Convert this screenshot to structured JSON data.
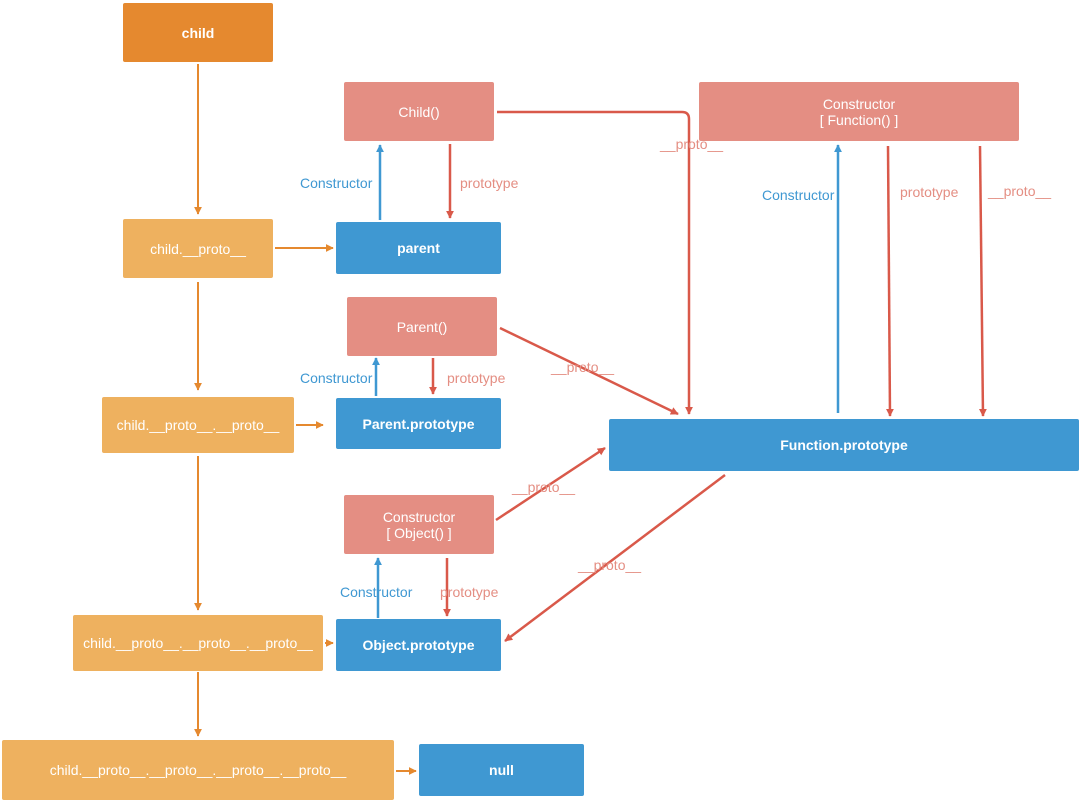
{
  "colors": {
    "orange_dark": "#E5892F",
    "orange_light": "#EEB15F",
    "salmon": "#E48E83",
    "blue": "#3F98D2",
    "arrow_orange": "#E5892F",
    "arrow_red": "#D9594A",
    "arrow_blue": "#3F98D2",
    "label_red": "#D9594A",
    "label_blue": "#3F98D2"
  },
  "nodes": {
    "child": {
      "lines": [
        "child"
      ]
    },
    "child_proto": {
      "lines": [
        "child.__proto__"
      ]
    },
    "child_proto_2": {
      "lines": [
        "child.__proto__.__proto__"
      ]
    },
    "child_proto_3": {
      "lines": [
        "child.__proto__.__proto__.__proto__"
      ]
    },
    "child_proto_4": {
      "lines": [
        "child.__proto__.__proto__.__proto__.__proto__"
      ]
    },
    "child_fn": {
      "lines": [
        "Child()"
      ]
    },
    "parent": {
      "lines": [
        "parent"
      ]
    },
    "parent_fn": {
      "lines": [
        "Parent()"
      ]
    },
    "parent_prototype": {
      "lines": [
        "Parent.prototype"
      ]
    },
    "object_ctor": {
      "lines": [
        "Constructor",
        "[ Object() ]"
      ]
    },
    "object_prototype": {
      "lines": [
        "Object.prototype"
      ]
    },
    "null": {
      "lines": [
        "null"
      ]
    },
    "function_ctor": {
      "lines": [
        "Constructor",
        "[ Function() ]"
      ]
    },
    "function_prototype": {
      "lines": [
        "Function.prototype"
      ]
    }
  },
  "edge_labels": {
    "constructor": "Constructor",
    "prototype": "prototype",
    "proto": "__proto__"
  }
}
